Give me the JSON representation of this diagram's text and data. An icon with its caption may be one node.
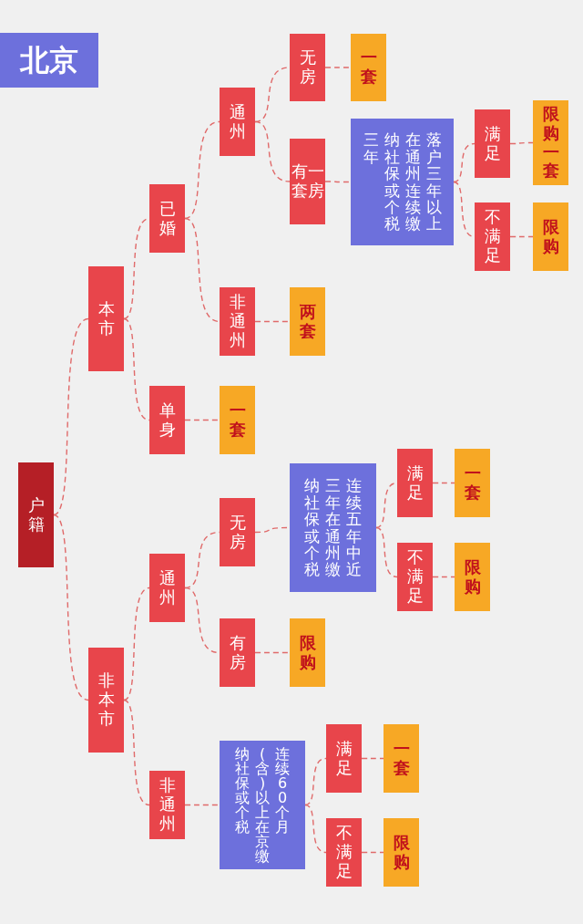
{
  "diagram": {
    "title": "北京",
    "nodes": [
      {
        "text": [
          "户籍"
        ]
      },
      {
        "text": [
          "本市"
        ]
      },
      {
        "text": [
          "非本市"
        ]
      },
      {
        "text": [
          "已婚"
        ]
      },
      {
        "text": [
          "单身"
        ]
      },
      {
        "text": [
          "通州"
        ]
      },
      {
        "text": [
          "非通州"
        ]
      },
      {
        "text": [
          "无房"
        ]
      },
      {
        "text": [
          "有一套房"
        ]
      },
      {
        "text": [
          "一套"
        ]
      },
      {
        "text": [
          "落户三年以上在通州连续缴纳社保或个税三年"
        ]
      },
      {
        "text": [
          "满足"
        ]
      },
      {
        "text": [
          "不满足"
        ]
      },
      {
        "text": [
          "限购一套"
        ]
      },
      {
        "text": [
          "限购"
        ]
      },
      {
        "text": [
          "两套"
        ]
      },
      {
        "text": [
          "一套"
        ]
      },
      {
        "text": [
          "通州"
        ]
      },
      {
        "text": [
          "非通州"
        ]
      },
      {
        "text": [
          "无房"
        ]
      },
      {
        "text": [
          "有房"
        ]
      },
      {
        "text": [
          "连续五年中近三年在通州缴纳社保或个税"
        ]
      },
      {
        "text": [
          "满足"
        ]
      },
      {
        "text": [
          "不满足"
        ]
      },
      {
        "text": [
          "一套"
        ]
      },
      {
        "text": [
          "限购"
        ]
      },
      {
        "text": [
          "限购"
        ]
      },
      {
        "text": [
          "连续60个月(含)以上在京缴纳社保或个税"
        ]
      },
      {
        "text": [
          "满足"
        ]
      },
      {
        "text": [
          "不满足"
        ]
      },
      {
        "text": [
          "一套"
        ]
      },
      {
        "text": [
          "限购"
        ]
      }
    ],
    "edges": [
      {
        "from": 0,
        "to": 1,
        "arrow": "none"
      },
      {
        "from": 0,
        "to": 2,
        "arrow": "none"
      },
      {
        "from": 1,
        "to": 3,
        "arrow": "none"
      },
      {
        "from": 1,
        "to": 4,
        "arrow": "none"
      },
      {
        "from": 3,
        "to": 5,
        "arrow": "none"
      },
      {
        "from": 3,
        "to": 6,
        "arrow": "none"
      },
      {
        "from": 5,
        "to": 7,
        "arrow": "none"
      },
      {
        "from": 5,
        "to": 8,
        "arrow": "none"
      },
      {
        "from": 7,
        "to": 9,
        "arrow": "none"
      },
      {
        "from": 8,
        "to": 10,
        "arrow": "none"
      },
      {
        "from": 10,
        "to": 11,
        "arrow": "none"
      },
      {
        "from": 10,
        "to": 12,
        "arrow": "none"
      },
      {
        "from": 11,
        "to": 13,
        "arrow": "none"
      },
      {
        "from": 12,
        "to": 14,
        "arrow": "none"
      },
      {
        "from": 6,
        "to": 15,
        "arrow": "none"
      },
      {
        "from": 4,
        "to": 16,
        "arrow": "none"
      },
      {
        "from": 2,
        "to": 17,
        "arrow": "none"
      },
      {
        "from": 2,
        "to": 18,
        "arrow": "none"
      },
      {
        "from": 17,
        "to": 19,
        "arrow": "none"
      },
      {
        "from": 17,
        "to": 20,
        "arrow": "none"
      },
      {
        "from": 19,
        "to": 21,
        "arrow": "none"
      },
      {
        "from": 21,
        "to": 22,
        "arrow": "none"
      },
      {
        "from": 21,
        "to": 23,
        "arrow": "none"
      },
      {
        "from": 22,
        "to": 24,
        "arrow": "none"
      },
      {
        "from": 23,
        "to": 25,
        "arrow": "none"
      },
      {
        "from": 20,
        "to": 26,
        "arrow": "none"
      },
      {
        "from": 18,
        "to": 27,
        "arrow": "none"
      },
      {
        "from": 27,
        "to": 28,
        "arrow": "none"
      },
      {
        "from": 27,
        "to": 29,
        "arrow": "none"
      },
      {
        "from": 28,
        "to": 30,
        "arrow": "none"
      },
      {
        "from": 29,
        "to": 31,
        "arrow": "none"
      }
    ]
  }
}
